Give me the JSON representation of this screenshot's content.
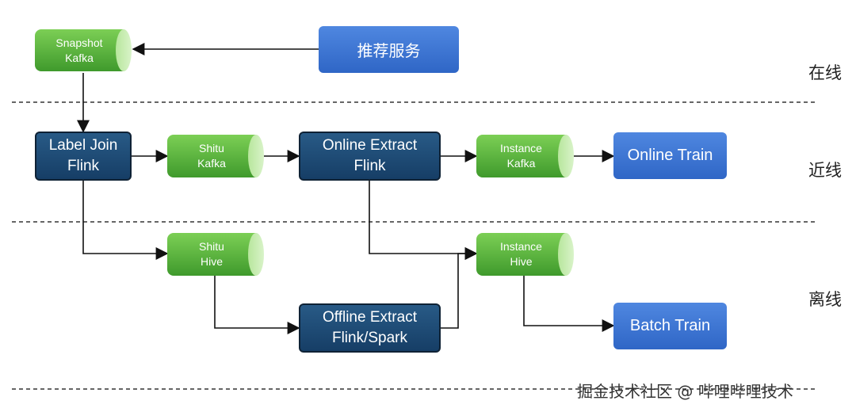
{
  "nodes": {
    "snapshot_kafka": [
      "Snapshot",
      "Kafka"
    ],
    "recommend_service": "推荐服务",
    "label_join": [
      "Label Join",
      "Flink"
    ],
    "shitu_kafka": [
      "Shitu",
      "Kafka"
    ],
    "online_extract": [
      "Online Extract",
      "Flink"
    ],
    "instance_kafka": [
      "Instance",
      "Kafka"
    ],
    "online_train": "Online Train",
    "shitu_hive": [
      "Shitu",
      "Hive"
    ],
    "offline_extract": [
      "Offline Extract",
      "Flink/Spark"
    ],
    "instance_hive": [
      "Instance",
      "Hive"
    ],
    "batch_train": "Batch Train"
  },
  "zones": {
    "online": "在线",
    "nearline": "近线",
    "offline": "离线"
  },
  "watermark": "掘金技术社区 @ 哔哩哔哩技术",
  "colors": {
    "storage": "#4caf35",
    "compute": "#1c4a75",
    "service": "#3b72d6"
  }
}
